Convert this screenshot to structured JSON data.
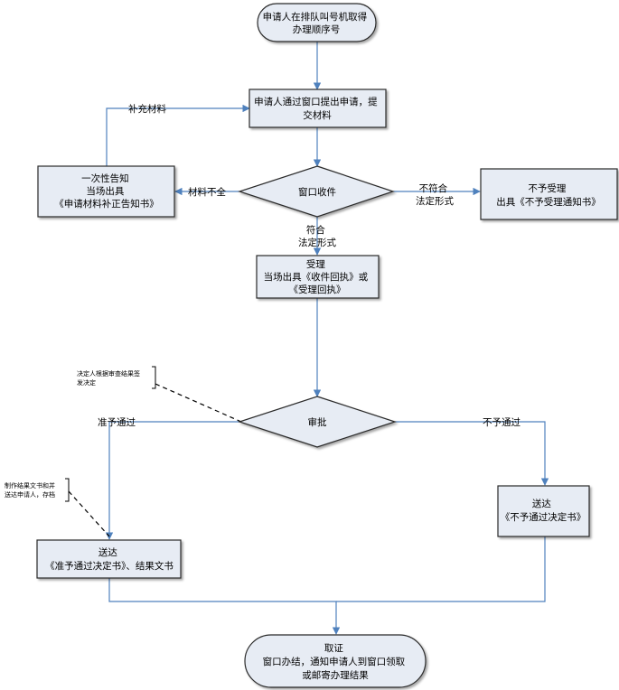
{
  "nodes": {
    "start": [
      "申请人在排队叫号机取得",
      "办理顺序号"
    ],
    "submit": [
      "申请人通过窗口提出申请，提",
      "交材料"
    ],
    "receive": [
      "窗口收件"
    ],
    "notify_once": [
      "一次性告知",
      "当场出具",
      "《申请材料补正告知书》"
    ],
    "reject_accept": [
      "不予受理",
      "出具《不予受理通知书》"
    ],
    "accept": [
      "受理",
      "当场出具《收件回执》或",
      "《受理回执》"
    ],
    "approve": [
      "审批"
    ],
    "deliver_no": [
      "送达",
      "《不予通过决定书》"
    ],
    "deliver_yes": [
      "送达",
      "《准予通过决定书》、结果文书"
    ],
    "end": [
      "取证",
      "窗口办结，通知申请人到窗口领取",
      "或邮寄办理结果"
    ]
  },
  "edge_labels": {
    "supplement": [
      "补充材料"
    ],
    "incomplete": [
      "材料不全"
    ],
    "not_conform": [
      "不符合",
      "法定形式"
    ],
    "conform": [
      "符合",
      "法定形式"
    ],
    "pass": [
      "准予通过"
    ],
    "not_pass": [
      "不予通过"
    ]
  },
  "notes": {
    "decision_note": [
      "决定人根据审查结果签",
      "发决定"
    ],
    "doc_note": [
      "制作结果文书和并",
      "送达申请人，存档"
    ]
  },
  "colors": {
    "box_fill": "#e7ecf4",
    "box_stroke": "#2b2b2b",
    "edge": "#4f81bd"
  }
}
